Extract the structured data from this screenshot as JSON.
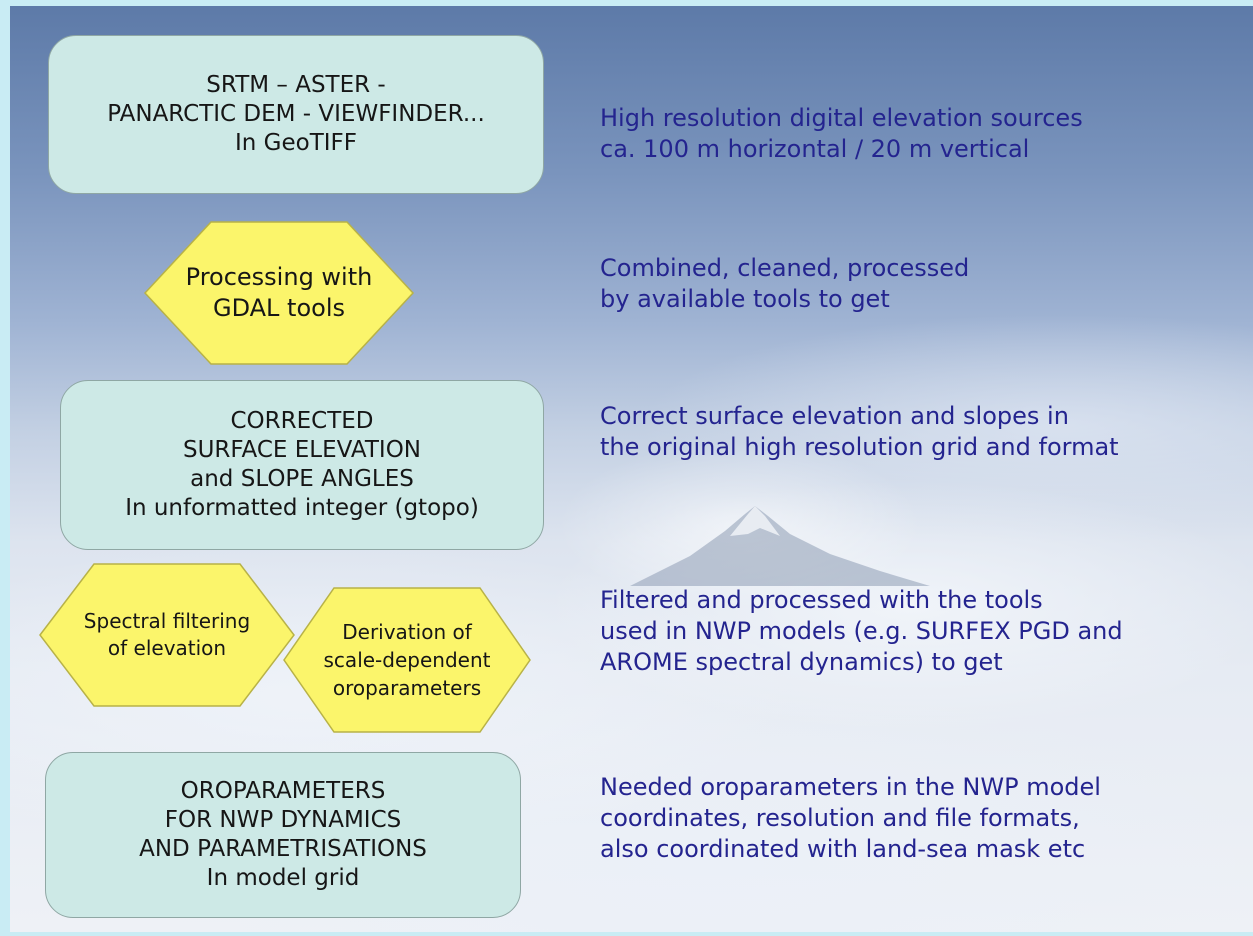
{
  "diagram": {
    "steps": [
      {
        "id": "sources",
        "shape": "rounded-box",
        "lines": [
          "SRTM – ASTER -",
          "PANARCTIC DEM - VIEWFINDER...",
          "In GeoTIFF"
        ],
        "description": [
          "High resolution digital elevation sources",
          "ca. 100 m horizontal / 20 m vertical"
        ]
      },
      {
        "id": "processing",
        "shape": "hexagon",
        "lines": [
          "Processing with",
          "GDAL tools"
        ],
        "description": [
          "Combined, cleaned, processed",
          "by available tools to get"
        ]
      },
      {
        "id": "corrected",
        "shape": "rounded-box",
        "lines": [
          "CORRECTED",
          "SURFACE ELEVATION",
          "and SLOPE ANGLES",
          "In unformatted integer (gtopo)"
        ],
        "description": [
          "Correct surface elevation and slopes in",
          "the original high resolution grid and format"
        ]
      },
      {
        "id": "filtering",
        "shape": "hexagon-pair",
        "hexagons": [
          {
            "lines": [
              "Spectral filtering",
              "of elevation"
            ]
          },
          {
            "lines": [
              "Derivation of",
              "scale-dependent",
              "oroparameters"
            ]
          }
        ],
        "description": [
          "Filtered and processed with the tools",
          "used in NWP models (e.g. SURFEX PGD and",
          "AROME spectral dynamics) to get"
        ]
      },
      {
        "id": "oroparameters",
        "shape": "rounded-box",
        "lines": [
          "OROPARAMETERS",
          "FOR NWP DYNAMICS",
          "AND PARAMETRISATIONS",
          "In model grid"
        ],
        "description": [
          "Needed oroparameters in the NWP model",
          "coordinates, resolution and file formats,",
          "also coordinated with land-sea mask etc"
        ]
      }
    ],
    "colors": {
      "box_fill": "#cde9e6",
      "hexagon_fill": "#fbf56b",
      "description_text": "#24248f",
      "frame": "#c9ecf4"
    }
  }
}
